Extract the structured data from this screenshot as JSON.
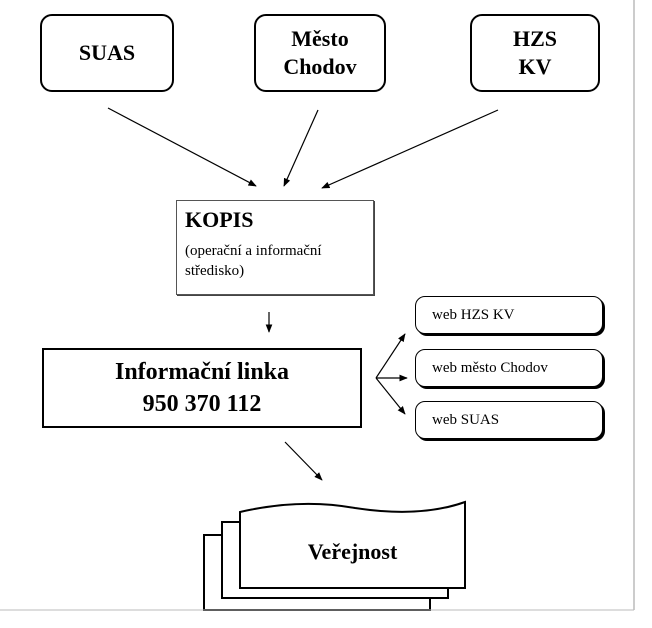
{
  "sources": [
    {
      "line1": "SUAS",
      "line2": ""
    },
    {
      "line1": "Město",
      "line2": "Chodov"
    },
    {
      "line1": "HZS",
      "line2": "KV"
    }
  ],
  "kopis": {
    "title": "KOPIS",
    "subtitle": "(operační a informační středisko)"
  },
  "info_line": {
    "line1": "Informační linka",
    "line2": "950 370 112"
  },
  "web_outputs": [
    {
      "label": "web HZS KV"
    },
    {
      "label": "web město Chodov"
    },
    {
      "label": "web SUAS"
    }
  ],
  "public": {
    "label": "Veřejnost"
  }
}
